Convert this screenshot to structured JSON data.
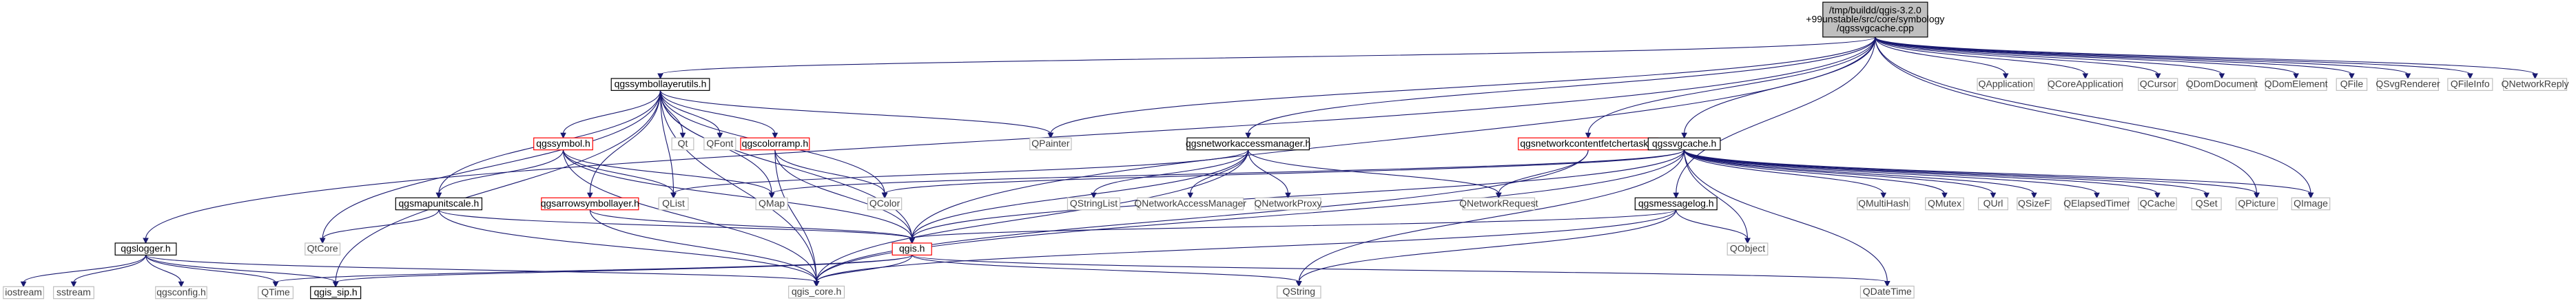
{
  "colors": {
    "edge": "#191970",
    "root_fill": "#bfbfbf",
    "node_border": "#000000",
    "unresolved_text": "#404040",
    "unresolved_border": "#bfbfbf",
    "red_border": "#ff0000"
  },
  "nodes": [
    {
      "id": "root",
      "lines": [
        "/tmp/buildd/qgis-3.2.0",
        "+99unstable/src/core/symbology",
        "/qgssvgcache.cpp"
      ],
      "kind": "root"
    },
    {
      "id": "qgssymbollayerutils",
      "lines": [
        "qgssymbollayerutils.h"
      ],
      "kind": "file"
    },
    {
      "id": "qgsnetworkaccessmanager",
      "lines": [
        "qgsnetworkaccessmanager.h"
      ],
      "kind": "file"
    },
    {
      "id": "qgsnetworkcontentfetchertask",
      "lines": [
        "qgsnetworkcontentfetchertask.h"
      ],
      "kind": "red"
    },
    {
      "id": "qgssvgcache",
      "lines": [
        "qgssvgcache.h"
      ],
      "kind": "file"
    },
    {
      "id": "qgsmessagelog",
      "lines": [
        "qgsmessagelog.h"
      ],
      "kind": "file"
    },
    {
      "id": "qgslogger",
      "lines": [
        "qgslogger.h"
      ],
      "kind": "file"
    },
    {
      "id": "qgssymbol",
      "lines": [
        "qgssymbol.h"
      ],
      "kind": "red"
    },
    {
      "id": "qgscolorramp",
      "lines": [
        "qgscolorramp.h"
      ],
      "kind": "red"
    },
    {
      "id": "qgsarrowsymbollayer",
      "lines": [
        "qgsarrowsymbollayer.h"
      ],
      "kind": "red"
    },
    {
      "id": "qgsmapunitscale",
      "lines": [
        "qgsmapunitscale.h"
      ],
      "kind": "file"
    },
    {
      "id": "qgis",
      "lines": [
        "qgis.h"
      ],
      "kind": "red"
    },
    {
      "id": "qgis_core",
      "lines": [
        "qgis_core.h"
      ],
      "kind": "ext"
    },
    {
      "id": "qgis_sip",
      "lines": [
        "qgis_sip.h"
      ],
      "kind": "file"
    },
    {
      "id": "QString",
      "lines": [
        "QString"
      ],
      "kind": "ext"
    },
    {
      "id": "QDateTime",
      "lines": [
        "QDateTime"
      ],
      "kind": "ext"
    },
    {
      "id": "QObject",
      "lines": [
        "QObject"
      ],
      "kind": "ext"
    },
    {
      "id": "QMap",
      "lines": [
        "QMap"
      ],
      "kind": "ext"
    },
    {
      "id": "QList",
      "lines": [
        "QList"
      ],
      "kind": "ext"
    },
    {
      "id": "QColor",
      "lines": [
        "QColor"
      ],
      "kind": "ext"
    },
    {
      "id": "QCore",
      "lines": [
        "QtCore"
      ],
      "kind": "ext"
    },
    {
      "id": "QTime",
      "lines": [
        "QTime"
      ],
      "kind": "ext"
    },
    {
      "id": "iostream",
      "lines": [
        "iostream"
      ],
      "kind": "ext"
    },
    {
      "id": "sstream",
      "lines": [
        "sstream"
      ],
      "kind": "ext"
    },
    {
      "id": "qgsconfig",
      "lines": [
        "qgsconfig.h"
      ],
      "kind": "ext"
    },
    {
      "id": "Qt",
      "lines": [
        "Qt"
      ],
      "kind": "ext"
    },
    {
      "id": "QFont",
      "lines": [
        "QFont"
      ],
      "kind": "ext"
    },
    {
      "id": "QPainter",
      "lines": [
        "QPainter"
      ],
      "kind": "ext"
    },
    {
      "id": "QStringList",
      "lines": [
        "QStringList"
      ],
      "kind": "ext"
    },
    {
      "id": "QNetworkAccessManager",
      "lines": [
        "QNetworkAccessManager"
      ],
      "kind": "ext"
    },
    {
      "id": "QNetworkProxy",
      "lines": [
        "QNetworkProxy"
      ],
      "kind": "ext"
    },
    {
      "id": "QNetworkRequest",
      "lines": [
        "QNetworkRequest"
      ],
      "kind": "ext"
    },
    {
      "id": "QMultiHash",
      "lines": [
        "QMultiHash"
      ],
      "kind": "ext"
    },
    {
      "id": "QMutex",
      "lines": [
        "QMutex"
      ],
      "kind": "ext"
    },
    {
      "id": "QUrl",
      "lines": [
        "QUrl"
      ],
      "kind": "ext"
    },
    {
      "id": "QSizeF",
      "lines": [
        "QSizeF"
      ],
      "kind": "ext"
    },
    {
      "id": "QElapsedTimer",
      "lines": [
        "QElapsedTimer"
      ],
      "kind": "ext"
    },
    {
      "id": "QCache",
      "lines": [
        "QCache"
      ],
      "kind": "ext"
    },
    {
      "id": "QSet",
      "lines": [
        "QSet"
      ],
      "kind": "ext"
    },
    {
      "id": "QPicture",
      "lines": [
        "QPicture"
      ],
      "kind": "ext"
    },
    {
      "id": "QImage",
      "lines": [
        "QImage"
      ],
      "kind": "ext"
    },
    {
      "id": "QApplication",
      "lines": [
        "QApplication"
      ],
      "kind": "ext"
    },
    {
      "id": "QCoreApplication",
      "lines": [
        "QCoreApplication"
      ],
      "kind": "ext"
    },
    {
      "id": "QCursor",
      "lines": [
        "QCursor"
      ],
      "kind": "ext"
    },
    {
      "id": "QDomDocument",
      "lines": [
        "QDomDocument"
      ],
      "kind": "ext"
    },
    {
      "id": "QDomElement",
      "lines": [
        "QDomElement"
      ],
      "kind": "ext"
    },
    {
      "id": "QFile",
      "lines": [
        "QFile"
      ],
      "kind": "ext"
    },
    {
      "id": "QSvgRenderer",
      "lines": [
        "QSvgRenderer"
      ],
      "kind": "ext"
    },
    {
      "id": "QFileInfo",
      "lines": [
        "QFileInfo"
      ],
      "kind": "ext"
    },
    {
      "id": "QNetworkReply",
      "lines": [
        "QNetworkReply"
      ],
      "kind": "ext"
    }
  ],
  "edges": [
    [
      "root",
      "qgssymbollayerutils"
    ],
    [
      "root",
      "qgsnetworkaccessmanager"
    ],
    [
      "root",
      "qgsnetworkcontentfetchertask"
    ],
    [
      "root",
      "qgssvgcache"
    ],
    [
      "root",
      "qgsmessagelog"
    ],
    [
      "root",
      "qgslogger"
    ],
    [
      "root",
      "qgis"
    ],
    [
      "root",
      "QPainter"
    ],
    [
      "root",
      "QPicture"
    ],
    [
      "root",
      "QImage"
    ],
    [
      "root",
      "QApplication"
    ],
    [
      "root",
      "QCoreApplication"
    ],
    [
      "root",
      "QCursor"
    ],
    [
      "root",
      "QDomDocument"
    ],
    [
      "root",
      "QDomElement"
    ],
    [
      "root",
      "QFile"
    ],
    [
      "root",
      "QSvgRenderer"
    ],
    [
      "root",
      "QFileInfo"
    ],
    [
      "root",
      "QNetworkReply"
    ],
    [
      "qgssymbollayerutils",
      "qgssymbol"
    ],
    [
      "qgssymbollayerutils",
      "qgscolorramp"
    ],
    [
      "qgssymbollayerutils",
      "qgsarrowsymbollayer"
    ],
    [
      "qgssymbollayerutils",
      "qgsmapunitscale"
    ],
    [
      "qgssymbollayerutils",
      "qgis"
    ],
    [
      "qgssymbollayerutils",
      "qgis_core"
    ],
    [
      "qgssymbollayerutils",
      "qgis_sip"
    ],
    [
      "qgssymbollayerutils",
      "QMap"
    ],
    [
      "qgssymbollayerutils",
      "QColor"
    ],
    [
      "qgssymbollayerutils",
      "QCore"
    ],
    [
      "qgssymbollayerutils",
      "Qt"
    ],
    [
      "qgssymbollayerutils",
      "QFont"
    ],
    [
      "qgssymbollayerutils",
      "QPainter"
    ],
    [
      "qgssymbollayerutils",
      "QList"
    ],
    [
      "qgssymbol",
      "qgis"
    ],
    [
      "qgssymbol",
      "qgis_core"
    ],
    [
      "qgssymbol",
      "QMap"
    ],
    [
      "qgssymbol",
      "QList"
    ],
    [
      "qgssymbol",
      "qgsmapunitscale"
    ],
    [
      "qgscolorramp",
      "qgis"
    ],
    [
      "qgscolorramp",
      "qgis_core"
    ],
    [
      "qgscolorramp",
      "QColor"
    ],
    [
      "qgsarrowsymbollayer",
      "qgis_core"
    ],
    [
      "qgsarrowsymbollayer",
      "qgis"
    ],
    [
      "qgsmapunitscale",
      "qgis"
    ],
    [
      "qgsmapunitscale",
      "qgis_core"
    ],
    [
      "qgsmapunitscale",
      "QCore"
    ],
    [
      "qgsnetworkaccessmanager",
      "QStringList"
    ],
    [
      "qgsnetworkaccessmanager",
      "QNetworkAccessManager"
    ],
    [
      "qgsnetworkaccessmanager",
      "QNetworkProxy"
    ],
    [
      "qgsnetworkaccessmanager",
      "QNetworkRequest"
    ],
    [
      "qgsnetworkaccessmanager",
      "qgis_core"
    ],
    [
      "qgsnetworkaccessmanager",
      "qgis"
    ],
    [
      "qgsnetworkaccessmanager",
      "QList"
    ],
    [
      "qgsnetworkcontentfetchertask",
      "QNetworkRequest"
    ],
    [
      "qgsnetworkcontentfetchertask",
      "qgis_core"
    ],
    [
      "qgssvgcache",
      "QMap"
    ],
    [
      "qgssvgcache",
      "QMultiHash"
    ],
    [
      "qgssvgcache",
      "QMutex"
    ],
    [
      "qgssvgcache",
      "QString"
    ],
    [
      "qgssvgcache",
      "QUrl"
    ],
    [
      "qgssvgcache",
      "QObject"
    ],
    [
      "qgssvgcache",
      "QSizeF"
    ],
    [
      "qgssvgcache",
      "QDateTime"
    ],
    [
      "qgssvgcache",
      "QElapsedTimer"
    ],
    [
      "qgssvgcache",
      "QCache"
    ],
    [
      "qgssvgcache",
      "QSet"
    ],
    [
      "qgssvgcache",
      "QPicture"
    ],
    [
      "qgssvgcache",
      "QImage"
    ],
    [
      "qgssvgcache",
      "QColor"
    ],
    [
      "qgssvgcache",
      "qgis"
    ],
    [
      "qgssvgcache",
      "qgis_core"
    ],
    [
      "qgsmessagelog",
      "qgis"
    ],
    [
      "qgsmessagelog",
      "QString"
    ],
    [
      "qgsmessagelog",
      "QObject"
    ],
    [
      "qgsmessagelog",
      "qgis_core"
    ],
    [
      "qgslogger",
      "iostream"
    ],
    [
      "qgslogger",
      "sstream"
    ],
    [
      "qgslogger",
      "qgsconfig"
    ],
    [
      "qgslogger",
      "QTime"
    ],
    [
      "qgslogger",
      "qgis_core"
    ],
    [
      "qgslogger",
      "qgis_sip"
    ],
    [
      "qgis",
      "qgis_core"
    ],
    [
      "qgis",
      "qgis_sip"
    ],
    [
      "qgis",
      "QString"
    ],
    [
      "qgis",
      "QDateTime"
    ],
    [
      "qgis",
      "QTime"
    ]
  ]
}
